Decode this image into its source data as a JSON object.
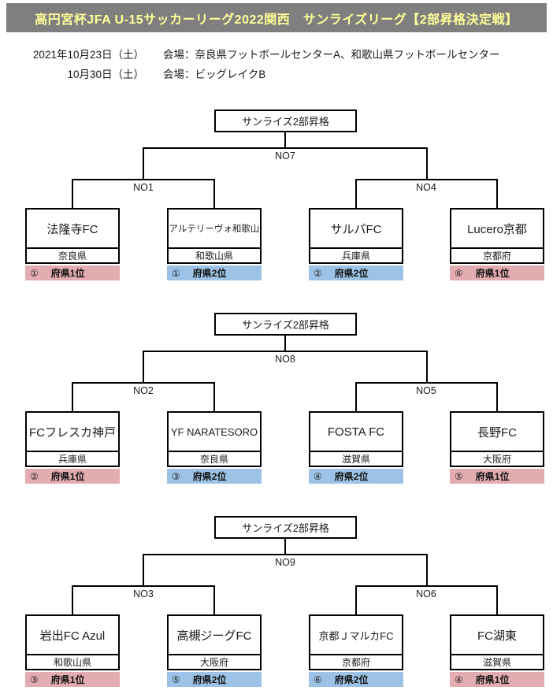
{
  "header": {
    "title": "高円宮杯JFA U-15サッカーリーグ2022関西　サンライズリーグ【2部昇格決定戦】",
    "bg_color": "#7f7f7f",
    "text_color": "#ffff99"
  },
  "schedule": {
    "rows": [
      {
        "date": "2021年10月23日（土）",
        "venue": "会場：奈良県フットボールセンターA、和歌山県フットボールセンター"
      },
      {
        "date": "10月30日（土）",
        "venue": "会場：ビッグレイクB"
      }
    ]
  },
  "colors": {
    "rank1_bar": "#e3acb0",
    "rank2_bar": "#9cc2e5",
    "line": "#000000"
  },
  "brackets": [
    {
      "final_label": "サンライズ2部昇格",
      "final_match": "NO7",
      "left_match": "NO1",
      "right_match": "NO4",
      "teams": [
        {
          "name": "法隆寺FC",
          "prefecture": "奈良県",
          "seed_no": "①",
          "seed_label": "府県1位",
          "seed_type": "rank1"
        },
        {
          "name": "アルテリーヴォ和歌山",
          "prefecture": "和歌山県",
          "seed_no": "①",
          "seed_label": "府県2位",
          "seed_type": "rank2"
        },
        {
          "name": "サルパFC",
          "prefecture": "兵庫県",
          "seed_no": "②",
          "seed_label": "府県2位",
          "seed_type": "rank2"
        },
        {
          "name": "Lucero京都",
          "prefecture": "京都府",
          "seed_no": "⑥",
          "seed_label": "府県1位",
          "seed_type": "rank1"
        }
      ]
    },
    {
      "final_label": "サンライズ2部昇格",
      "final_match": "NO8",
      "left_match": "NO2",
      "right_match": "NO5",
      "teams": [
        {
          "name": "FCフレスカ神戸",
          "prefecture": "兵庫県",
          "seed_no": "②",
          "seed_label": "府県1位",
          "seed_type": "rank1"
        },
        {
          "name": "YF NARATESORO",
          "prefecture": "奈良県",
          "seed_no": "③",
          "seed_label": "府県2位",
          "seed_type": "rank2"
        },
        {
          "name": "FOSTA FC",
          "prefecture": "滋賀県",
          "seed_no": "④",
          "seed_label": "府県2位",
          "seed_type": "rank2"
        },
        {
          "name": "長野FC",
          "prefecture": "大阪府",
          "seed_no": "⑤",
          "seed_label": "府県1位",
          "seed_type": "rank1"
        }
      ]
    },
    {
      "final_label": "サンライズ2部昇格",
      "final_match": "NO9",
      "left_match": "NO3",
      "right_match": "NO6",
      "teams": [
        {
          "name": "岩出FC Azul",
          "prefecture": "和歌山県",
          "seed_no": "③",
          "seed_label": "府県1位",
          "seed_type": "rank1"
        },
        {
          "name": "高槻ジーグFC",
          "prefecture": "大阪府",
          "seed_no": "⑤",
          "seed_label": "府県2位",
          "seed_type": "rank2"
        },
        {
          "name": "京都ＪマルカFC",
          "prefecture": "京都府",
          "seed_no": "⑥",
          "seed_label": "府県2位",
          "seed_type": "rank2"
        },
        {
          "name": "FC湖東",
          "prefecture": "滋賀県",
          "seed_no": "④",
          "seed_label": "府県1位",
          "seed_type": "rank1"
        }
      ]
    }
  ]
}
